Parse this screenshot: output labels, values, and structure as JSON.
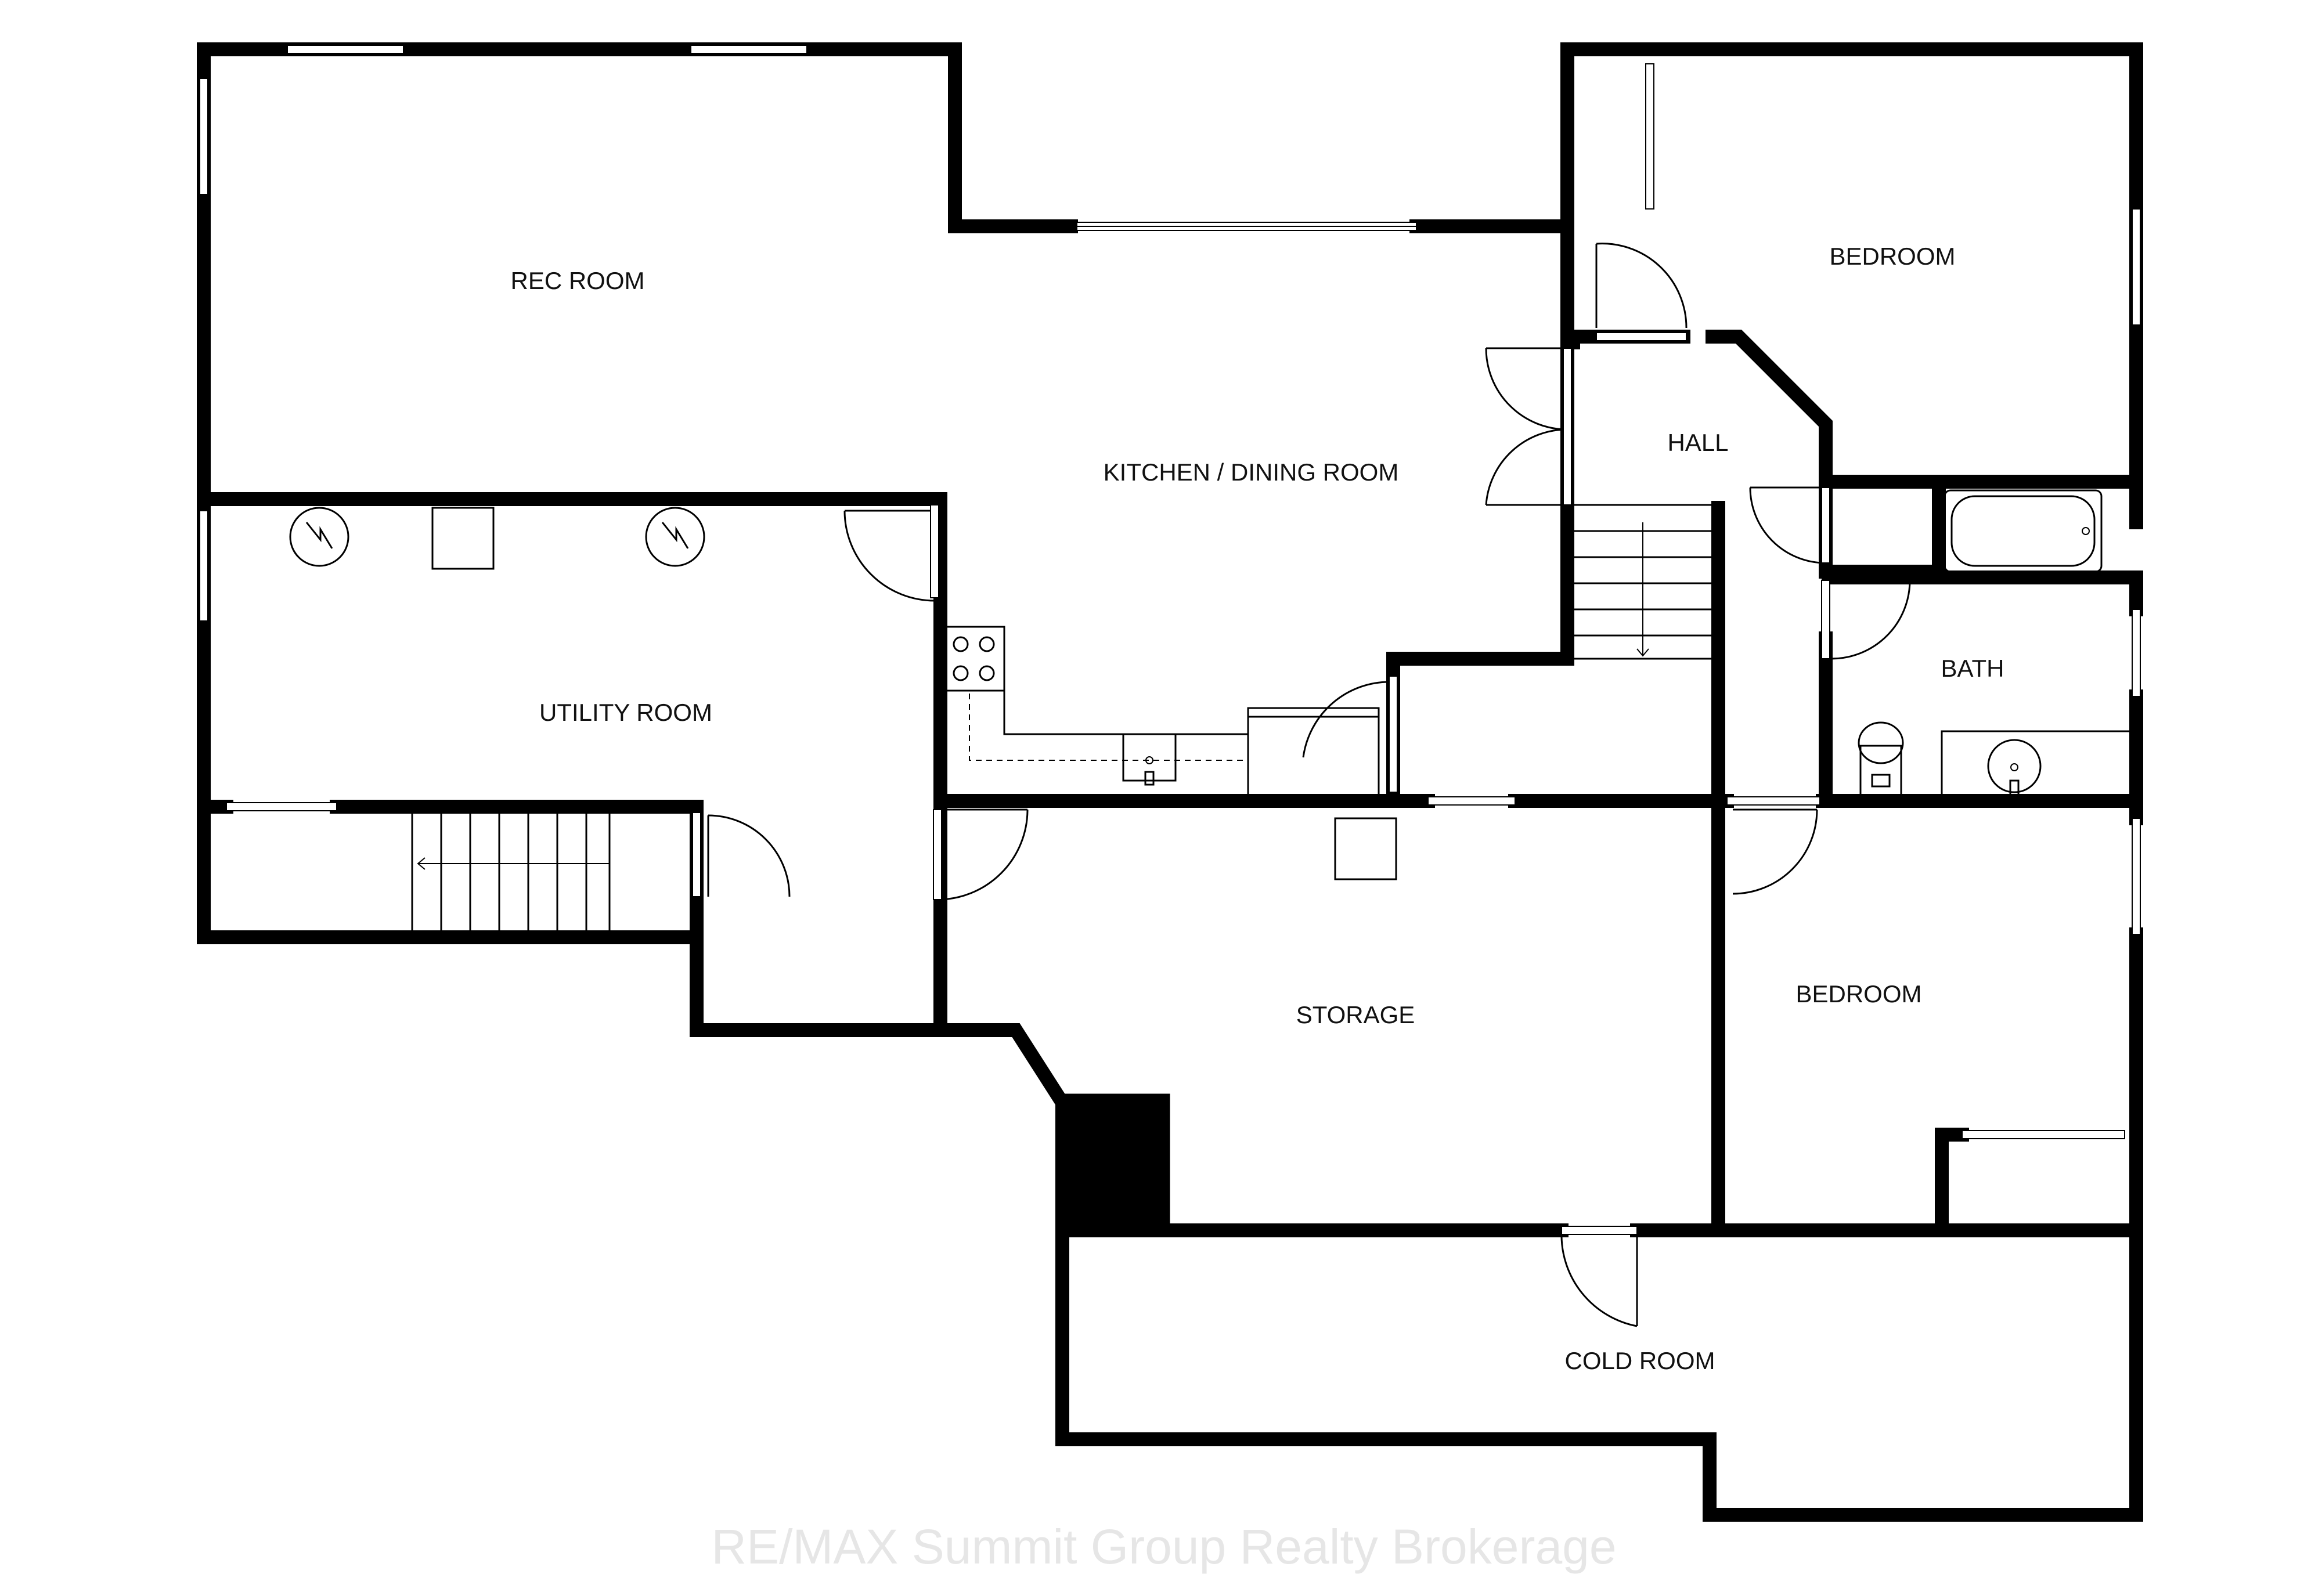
{
  "rooms": {
    "rec_room": "REC ROOM",
    "kitchen_dining": "KITCHEN / DINING ROOM",
    "bedroom_top": "BEDROOM",
    "hall": "HALL",
    "utility_room": "UTILITY ROOM",
    "bath": "BATH",
    "storage": "STORAGE",
    "bedroom_bottom": "BEDROOM",
    "cold_room": "COLD ROOM"
  },
  "watermark": "RE/MAX Summit Group Realty Brokerage",
  "colors": {
    "wall": "#000000",
    "background": "#ffffff",
    "watermark": "#e6e6e6"
  }
}
